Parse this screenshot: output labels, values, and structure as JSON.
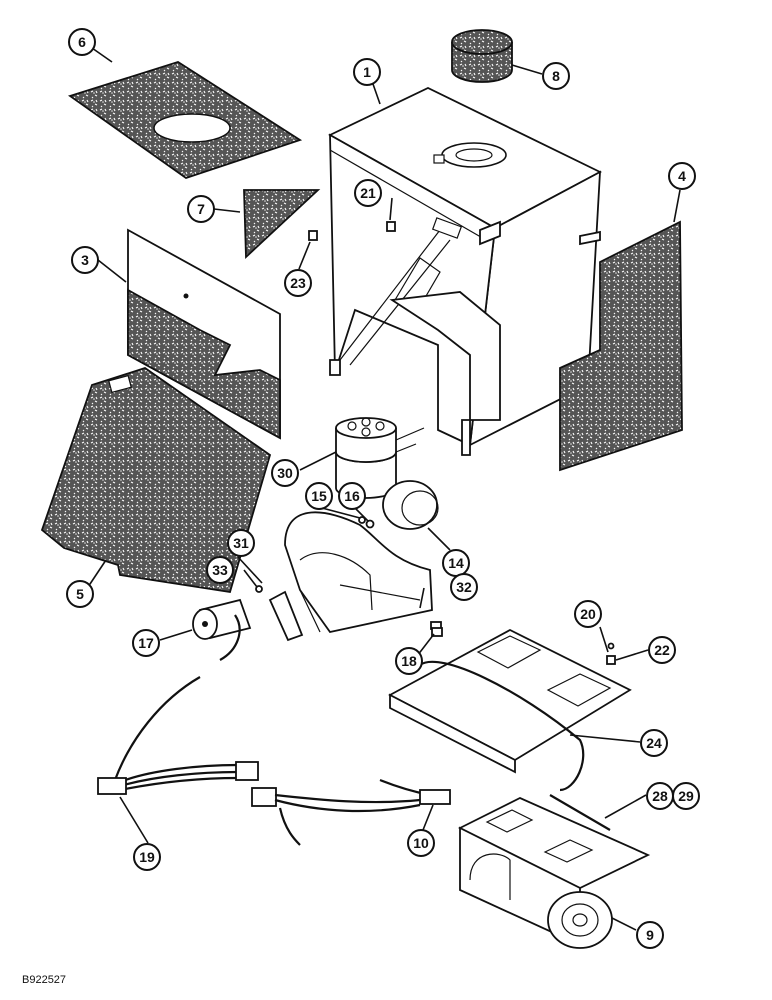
{
  "callouts": {
    "c1": "1",
    "c3": "3",
    "c4": "4",
    "c5": "5",
    "c6": "6",
    "c7": "7",
    "c8": "8",
    "c9": "9",
    "c10": "10",
    "c14": "14",
    "c15": "15",
    "c16": "16",
    "c17": "17",
    "c18": "18",
    "c19": "19",
    "c20": "20",
    "c21": "21",
    "c22": "22",
    "c23": "23",
    "c24": "24",
    "c28": "28",
    "c29": "29",
    "c30": "30",
    "c31": "31",
    "c32": "32",
    "c33": "33"
  },
  "document_id": "B922527"
}
